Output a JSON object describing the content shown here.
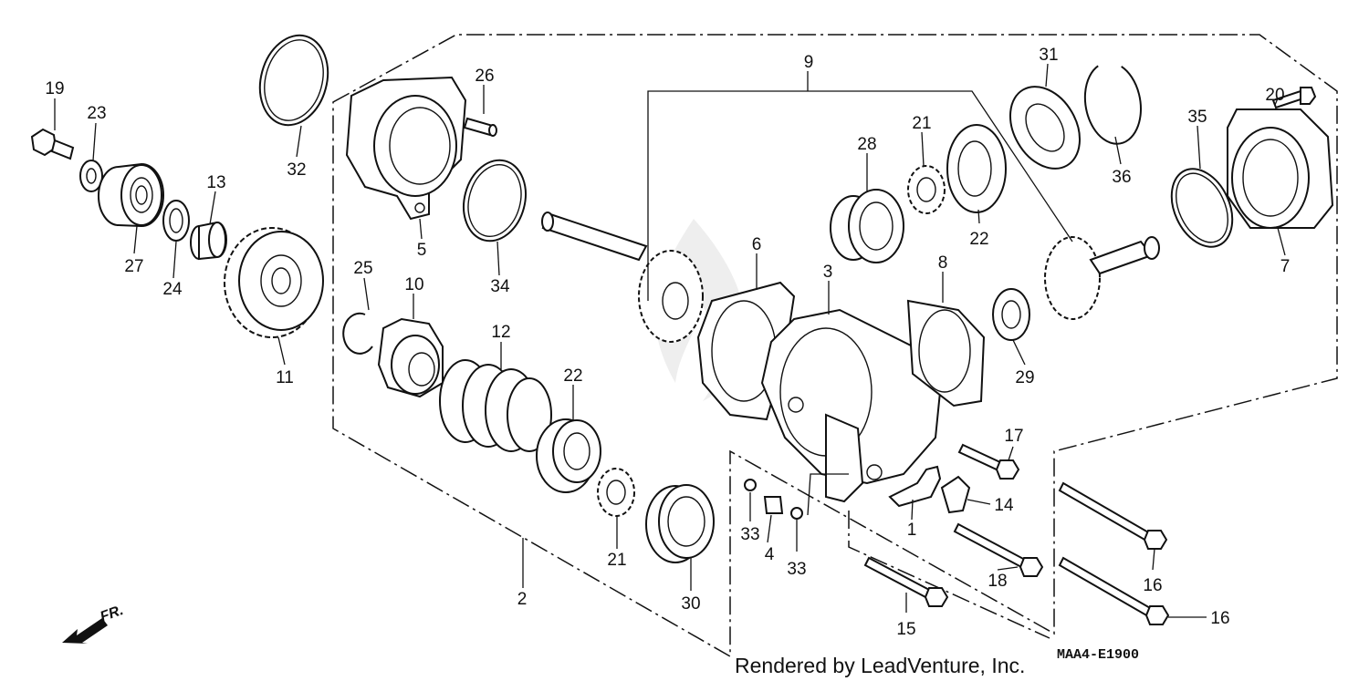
{
  "diagram": {
    "callouts": {
      "p1": "1",
      "p2": "2",
      "p3": "3",
      "p4": "4",
      "p5": "5",
      "p6": "6",
      "p7": "7",
      "p8": "8",
      "p9": "9",
      "p10": "10",
      "p11": "11",
      "p12": "12",
      "p13": "13",
      "p14": "14",
      "p15": "15",
      "p16a": "16",
      "p16b": "16",
      "p17": "17",
      "p18": "18",
      "p19": "19",
      "p20": "20",
      "p21a": "21",
      "p21b": "21",
      "p22a": "22",
      "p22b": "22",
      "p23": "23",
      "p24": "24",
      "p25": "25",
      "p26": "26",
      "p27": "27",
      "p28": "28",
      "p29": "29",
      "p30": "30",
      "p31": "31",
      "p32": "32",
      "p33a": "33",
      "p33b": "33",
      "p34": "34",
      "p35": "35",
      "p36": "36"
    },
    "direction_label": "FR.",
    "drawing_code": "MAA4-E1900",
    "credit": "Rendered by LeadVenture, Inc."
  }
}
